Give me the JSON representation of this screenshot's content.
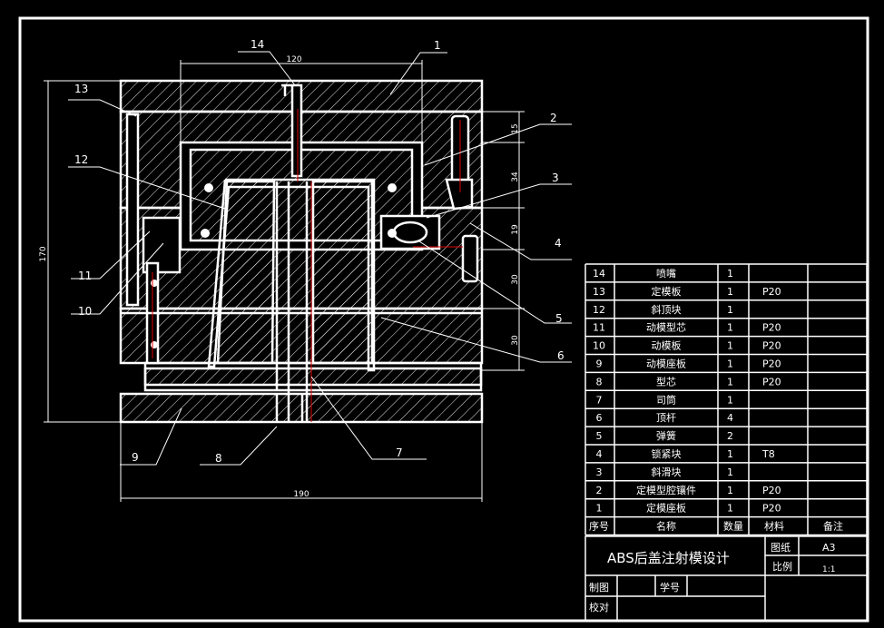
{
  "dimensions": {
    "width_top": "120",
    "height_left": "170",
    "width_bottom": "190",
    "right_dims": [
      "15",
      "34",
      "19",
      "30",
      "30"
    ]
  },
  "balloons": [
    "1",
    "2",
    "3",
    "4",
    "5",
    "6",
    "7",
    "8",
    "9",
    "10",
    "11",
    "12",
    "13",
    "14"
  ],
  "parts_table": {
    "rows": [
      {
        "no": "14",
        "name": "喷嘴",
        "qty": "1",
        "material": "",
        "note": ""
      },
      {
        "no": "13",
        "name": "定模板",
        "qty": "1",
        "material": "P20",
        "note": ""
      },
      {
        "no": "12",
        "name": "斜顶块",
        "qty": "1",
        "material": "",
        "note": ""
      },
      {
        "no": "11",
        "name": "动模型芯",
        "qty": "1",
        "material": "P20",
        "note": ""
      },
      {
        "no": "10",
        "name": "动模板",
        "qty": "1",
        "material": "P20",
        "note": ""
      },
      {
        "no": "9",
        "name": "动模座板",
        "qty": "1",
        "material": "P20",
        "note": ""
      },
      {
        "no": "8",
        "name": "型芯",
        "qty": "1",
        "material": "P20",
        "note": ""
      },
      {
        "no": "7",
        "name": "司筒",
        "qty": "1",
        "material": "",
        "note": ""
      },
      {
        "no": "6",
        "name": "顶杆",
        "qty": "4",
        "material": "",
        "note": ""
      },
      {
        "no": "5",
        "name": "弹簧",
        "qty": "2",
        "material": "",
        "note": ""
      },
      {
        "no": "4",
        "name": "锁紧块",
        "qty": "1",
        "material": "T8",
        "note": ""
      },
      {
        "no": "3",
        "name": "斜滑块",
        "qty": "1",
        "material": "",
        "note": ""
      },
      {
        "no": "2",
        "name": "定模型腔镶件",
        "qty": "1",
        "material": "P20",
        "note": ""
      },
      {
        "no": "1",
        "name": "定模座板",
        "qty": "1",
        "material": "P20",
        "note": ""
      }
    ],
    "headers": {
      "no": "序号",
      "name": "名称",
      "qty": "数量",
      "material": "材料",
      "note": "备注"
    }
  },
  "title_block": {
    "title": "ABS后盖注射模设计",
    "drawing_label": "图纸",
    "drawing_value": "A3",
    "scale_label": "比例",
    "scale_value": "1:1",
    "drafted_label": "制图",
    "student_id_label": "学号",
    "checked_label": "校对"
  }
}
